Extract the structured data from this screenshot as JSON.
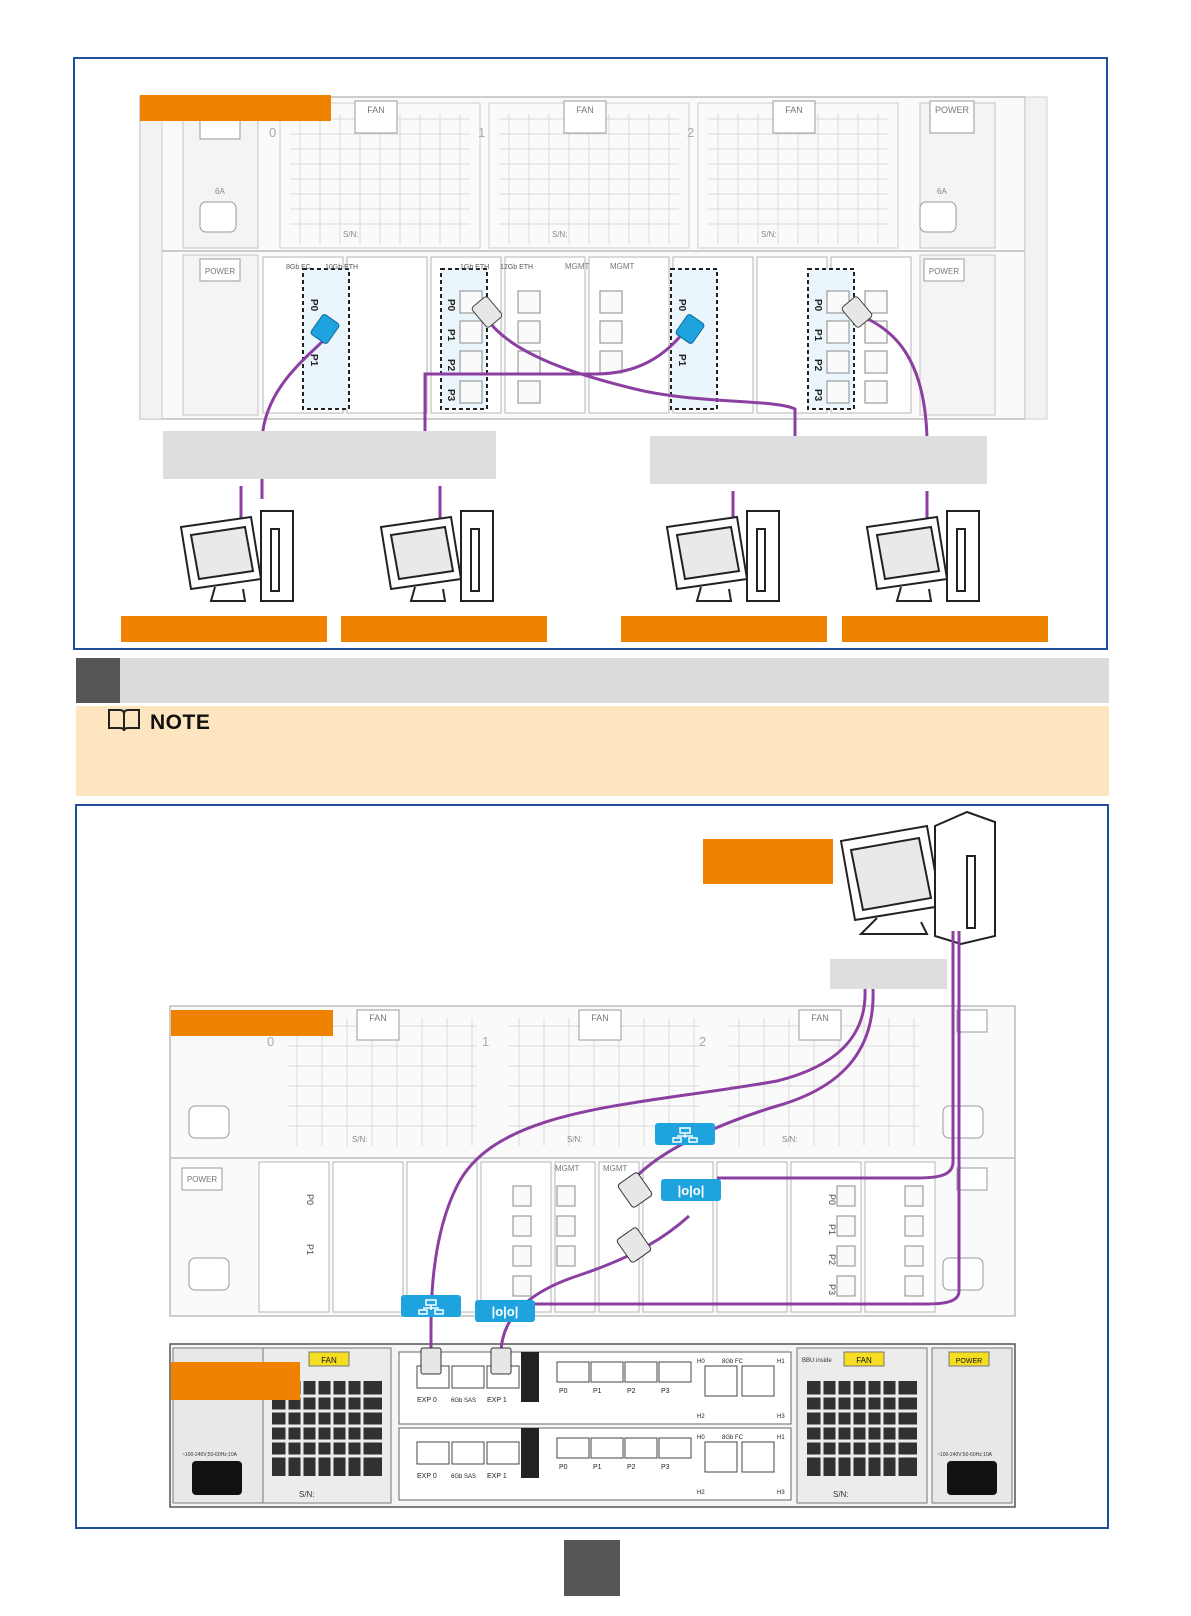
{
  "note": {
    "title": "NOTE",
    "icon": "book-icon"
  },
  "enclosure": {
    "fan_label": "FAN",
    "power_label": "POWER",
    "sn_label": "S/N:",
    "slot_numbers": [
      "0",
      "1",
      "2"
    ],
    "current_label": "6A",
    "mgmt_label": "MGMT",
    "card_labels": [
      "8Gb FC",
      "10Gb ETH",
      "1Gb ETH",
      "12Gb ETH"
    ],
    "port_labels": [
      "P0",
      "P1",
      "P2",
      "P3"
    ]
  },
  "disk_enclosure": {
    "fan_label": "FAN",
    "power_label": "POWER",
    "sn_label": "S/N:",
    "exp_labels": [
      "EXP 0",
      "EXP 1"
    ],
    "sas_label": "6Gb SAS",
    "host_ports": [
      "H0",
      "H1",
      "H2",
      "H3"
    ],
    "fc_label": "8Gb FC",
    "bbu_label": "BBU inside",
    "ac_label": "~100-240V;50-60Hz;10A",
    "front_ports": [
      "P0",
      "P1",
      "P2",
      "P3"
    ]
  },
  "colors": {
    "cable": "#8b3fa0",
    "callout": "#ef8300",
    "frame": "#1f4e9c",
    "note_bg": "#fde5bf",
    "switch": "#dedede",
    "connector": "#1fa3de"
  }
}
